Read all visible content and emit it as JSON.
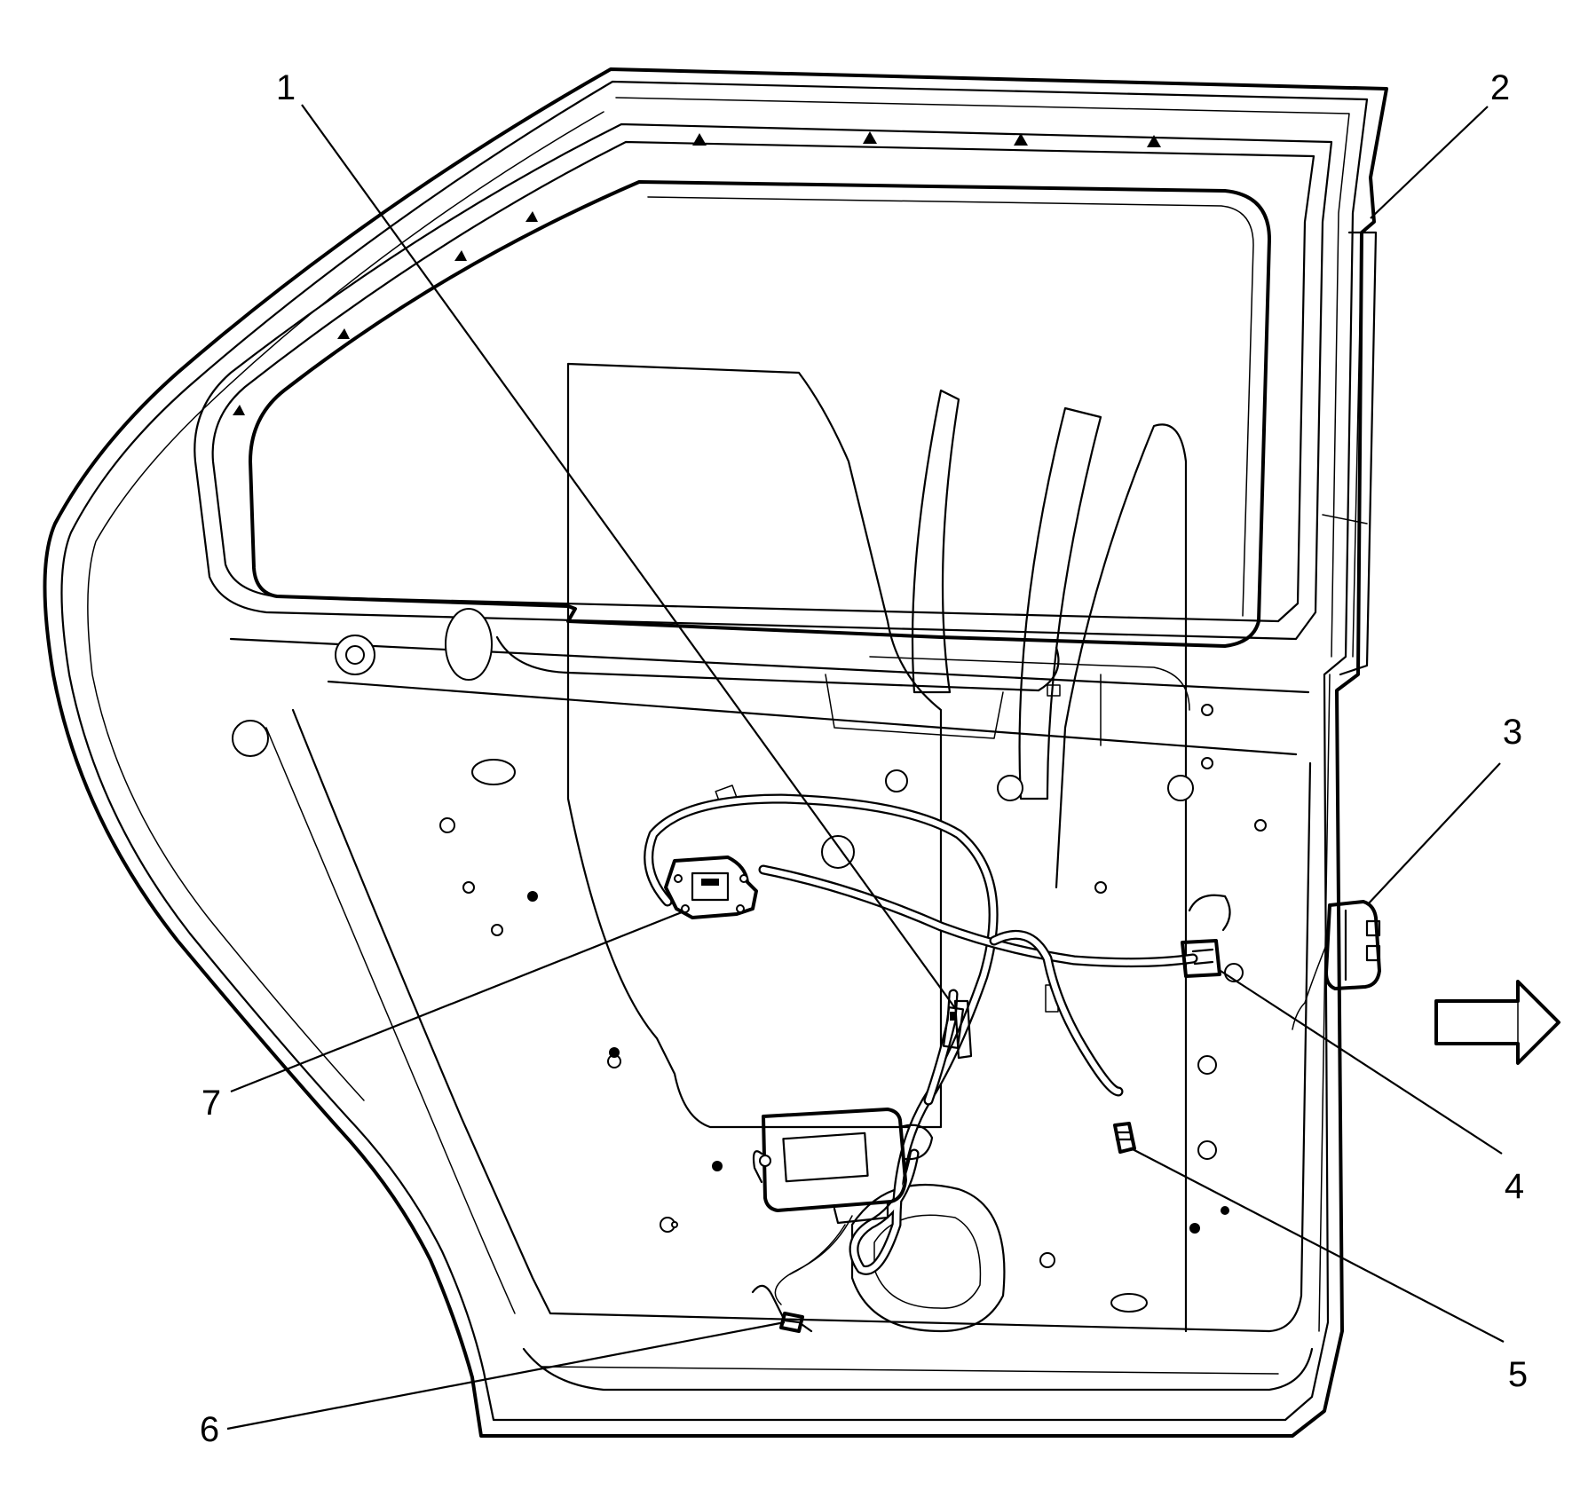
{
  "callouts": {
    "c1": "1",
    "c2": "2",
    "c3": "3",
    "c4": "4",
    "c5": "5",
    "c6": "6",
    "c7": "7"
  },
  "icons": {
    "direction_arrow": "right-arrow-icon"
  },
  "colors": {
    "line": "#000000",
    "background": "#ffffff"
  }
}
